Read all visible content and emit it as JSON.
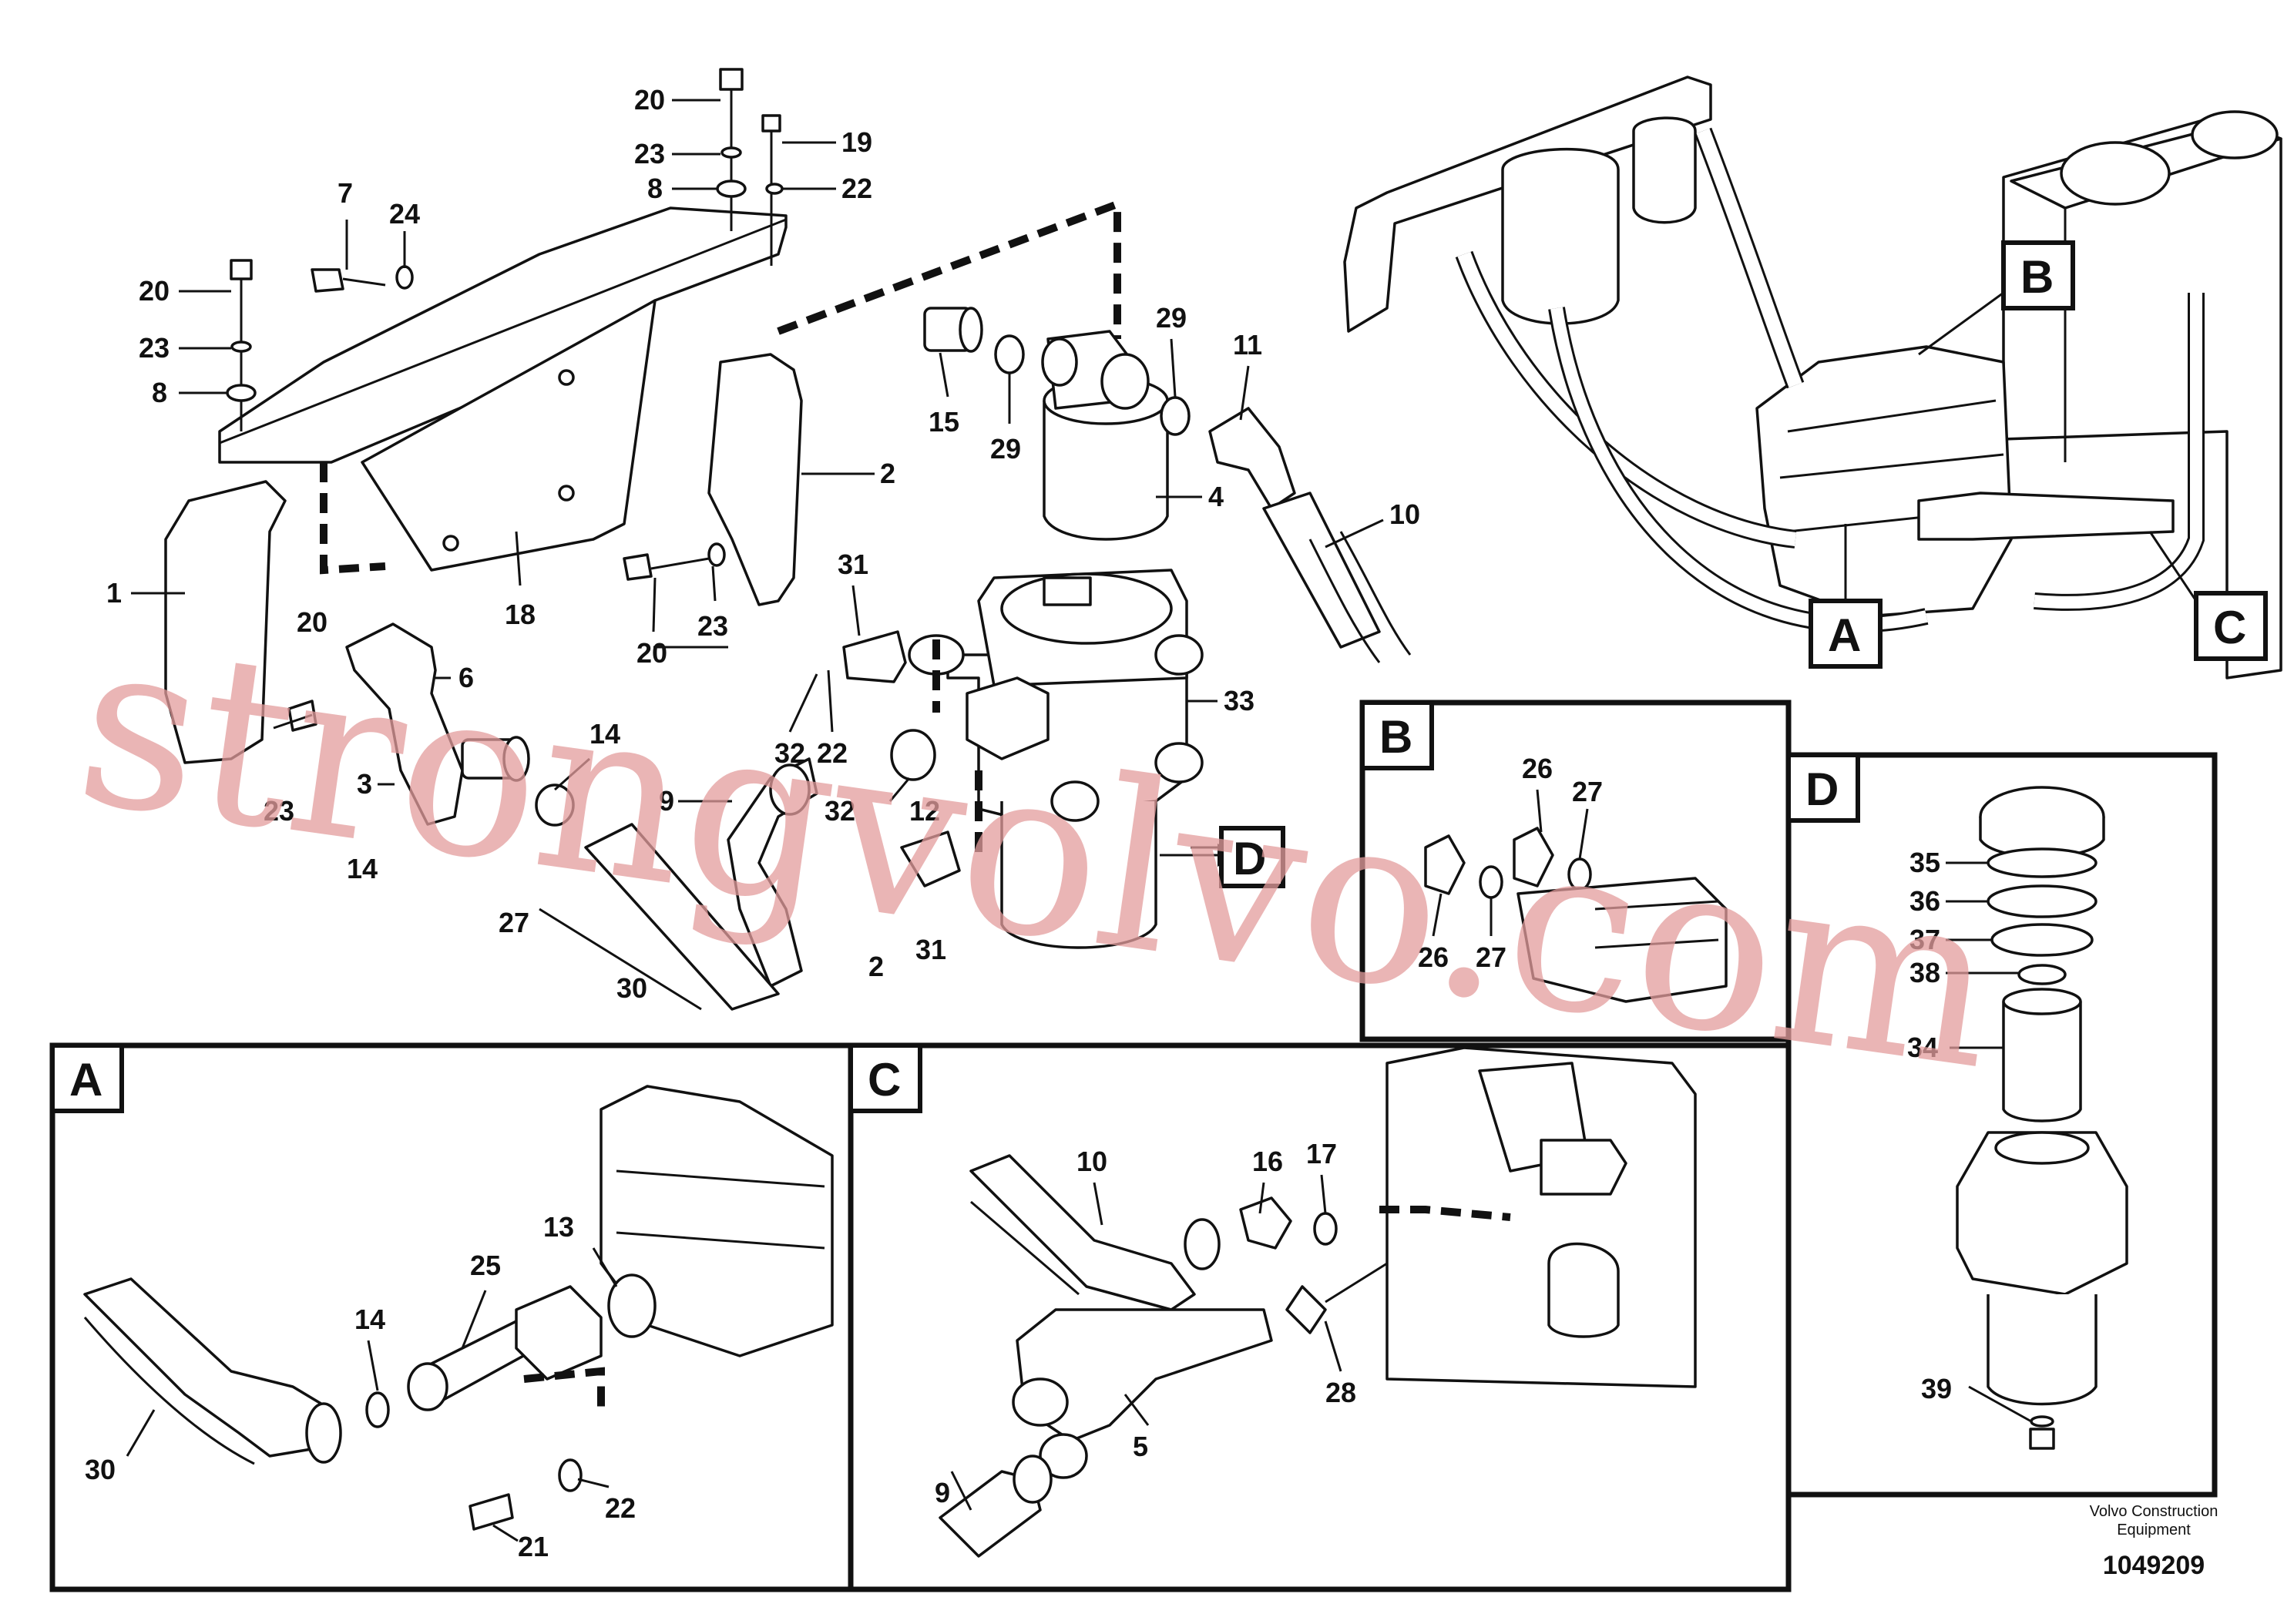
{
  "watermark": "strongvolvo.com",
  "footer": {
    "brand_line1": "Volvo Construction",
    "brand_line2": "Equipment",
    "drawing_number": "1049209"
  },
  "detail_tags": {
    "A": "A",
    "B": "B",
    "C": "C",
    "D": "D"
  },
  "callouts": {
    "main": [
      "20",
      "23",
      "8",
      "19",
      "22",
      "7",
      "24",
      "20",
      "23",
      "8",
      "15",
      "29",
      "29",
      "11",
      "4",
      "2",
      "10",
      "1",
      "18",
      "20",
      "23",
      "31",
      "33",
      "20",
      "6",
      "32",
      "22",
      "14",
      "3",
      "23",
      "14",
      "9",
      "12",
      "D",
      "32",
      "27",
      "30",
      "31",
      "2"
    ],
    "detail_b": [
      "26",
      "27",
      "26",
      "27"
    ],
    "detail_d": [
      "35",
      "36",
      "37",
      "38",
      "34",
      "39"
    ],
    "detail_a": [
      "13",
      "25",
      "14",
      "30",
      "21",
      "22"
    ],
    "detail_c": [
      "10",
      "16",
      "17",
      "28",
      "9",
      "5"
    ]
  }
}
